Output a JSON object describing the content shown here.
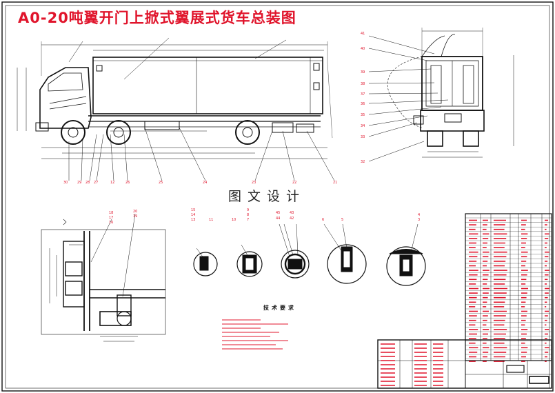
{
  "drawing": {
    "title": "A0-20吨翼开门上掀式翼展式货车总装图",
    "watermark": "图文设计",
    "tech_requirements_title": "技术要求"
  },
  "colors": {
    "line": "#111111",
    "annotation_red": "#e0142b",
    "background": "#ffffff"
  }
}
